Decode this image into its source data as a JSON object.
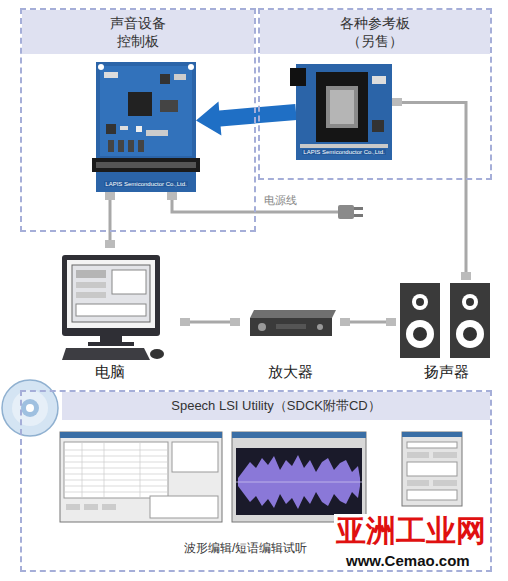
{
  "diagram": {
    "nodes": [
      {
        "text": [
          "声音设备 控制板"
        ]
      },
      {
        "text": [
          "LAPIS Semiconductor Co.,Ltd."
        ],
        "in": 0
      },
      {
        "text": [
          "各种参考板 （另售）"
        ]
      },
      {
        "text": [
          "LAPIS Semiconductor Co.,Ltd."
        ],
        "in": 2
      },
      {
        "text": [
          "电脑"
        ]
      },
      {
        "text": [
          "放大器"
        ]
      },
      {
        "text": [
          "扬声器"
        ]
      },
      {
        "text": [
          "Speech LSI Utility（SDCK附带CD）",
          "波形编辑/短语编辑试听"
        ]
      }
    ],
    "edges": [
      {
        "from": 3,
        "to": 1,
        "arrow": "to"
      },
      {
        "from": 1,
        "to": 4,
        "arrow": "none"
      },
      {
        "from": 3,
        "to": 6,
        "arrow": "none"
      },
      {
        "from": 4,
        "to": 5,
        "arrow": "none"
      },
      {
        "from": 5,
        "to": 6,
        "arrow": "none"
      }
    ],
    "labels": [
      "电源线",
      "亚洲工业网",
      "www.Cemao.com"
    ]
  }
}
